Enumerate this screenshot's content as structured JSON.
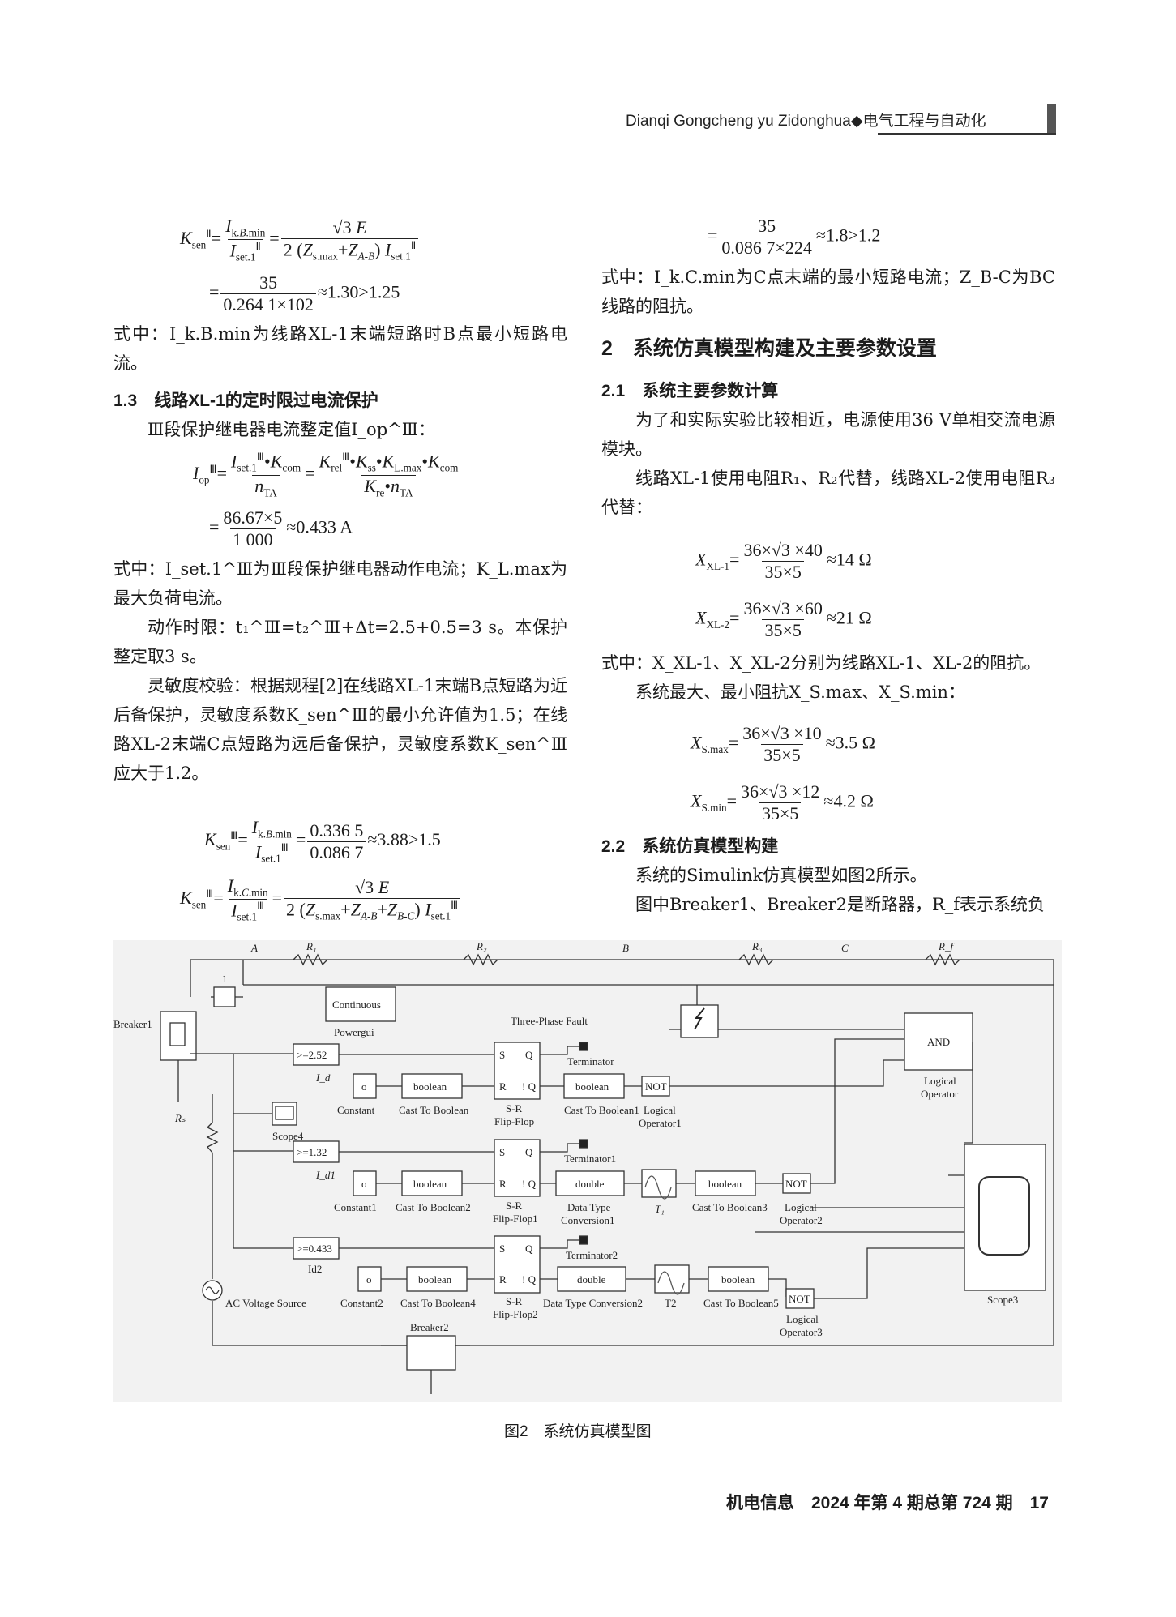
{
  "header": {
    "journal_pinyin": "Dianqi Gongcheng yu Zidonghua",
    "separator": "◆",
    "journal_cn": "电气工程与自动化"
  },
  "left": {
    "eq1_result": "≈1.30>1.25",
    "eq1_num": "35",
    "eq1_den": "0.264 1×102",
    "note1": "式中：I_k.B.min为线路XL-1末端短路时B点最小短路电流。",
    "sec_1_3": "1.3　线路XL-1的定时限过电流保护",
    "iii_intro": "Ⅲ段保护继电器电流整定值I_op^Ⅲ：",
    "eq_op_num": "86.67×5",
    "eq_op_den": "1 000",
    "eq_op_result": "≈0.433 A",
    "note2": "式中：I_set.1^Ⅲ为Ⅲ段保护继电器动作电流；K_L.max为最大负荷电流。",
    "time_text": "动作时限：t₁^Ⅲ=t₂^Ⅲ+Δt=2.5+0.5=3 s。本保护整定取3 s。",
    "sens_text": "灵敏度校验：根据规程[2]在线路XL-1末端B点短路为近后备保护，灵敏度系数K_sen^Ⅲ的最小允许值为1.5；在线路XL-2末端C点短路为远后备保护，灵敏度系数K_sen^Ⅲ应大于1.2。",
    "eq_s1_num": "0.336 5",
    "eq_s1_den": "0.086 7",
    "eq_s1_result": "≈3.88>1.5"
  },
  "right": {
    "eq_top_num": "35",
    "eq_top_den": "0.086 7×224",
    "eq_top_result": "≈1.8>1.2",
    "note3": "式中：I_k.C.min为C点末端的最小短路电流；Z_B-C为BC线路的阻抗。",
    "sec_2": "2　系统仿真模型构建及主要参数设置",
    "sec_2_1": "2.1　系统主要参数计算",
    "p1": "为了和实际实验比较相近，电源使用36 V单相交流电源模块。",
    "p2": "线路XL-1使用电阻R₁、R₂代替，线路XL-2使用电阻R₃代替：",
    "eq_x1_num": "36×√3 ×40",
    "eq_x1_den": "35×5",
    "eq_x1_result": "≈14 Ω",
    "eq_x2_num": "36×√3 ×60",
    "eq_x2_den": "35×5",
    "eq_x2_result": "≈21 Ω",
    "note4": "式中：X_XL-1、X_XL-2分别为线路XL-1、XL-2的阻抗。",
    "p3": "系统最大、最小阻抗X_S.max、X_S.min：",
    "eq_smax_num": "36×√3 ×10",
    "eq_smax_den": "35×5",
    "eq_smax_result": "≈3.5 Ω",
    "eq_smin_num": "36×√3 ×12",
    "eq_smin_den": "35×5",
    "eq_smin_result": "≈4.2 Ω",
    "sec_2_2": "2.2　系统仿真模型构建",
    "p4": "系统的Simulink仿真模型如图2所示。",
    "p5": "图中Breaker1、Breaker2是断路器，R_f表示系统负"
  },
  "figure": {
    "caption": "图2　系统仿真模型图",
    "labels": {
      "A": "A",
      "B": "B",
      "C": "C",
      "R1": "R₁",
      "R2": "R₂",
      "R3": "R₃",
      "Rf": "R_f",
      "Rs": "Rₛ",
      "one": "1",
      "breaker1": "Breaker1",
      "breaker2": "Breaker2",
      "continuous": "Continuous",
      "powergui": "Powergui",
      "tpf": "Three-Phase Fault",
      "ge1": ">=2.52",
      "ge2": ">=1.32",
      "ge3": ">=0.433",
      "id": "I_d",
      "id1": "I_d1",
      "id2": "Id2",
      "scope4": "Scope4",
      "const": "Constant",
      "const1": "Constant1",
      "const2": "Constant2",
      "o": "o",
      "boolean": "boolean",
      "double": "double",
      "ctb": "Cast To Boolean",
      "ctb1": "Cast To Boolean1",
      "ctb2": "Cast To Boolean2",
      "ctb3": "Cast To Boolean3",
      "ctb4": "Cast To Boolean4",
      "ctb5": "Cast To Boolean5",
      "srff": "S-R",
      "ff": "Flip-Flop",
      "ff1": "Flip-Flop1",
      "ff2": "Flip-Flop2",
      "S": "S",
      "R": "R",
      "Q": "Q",
      "nQ": "! Q",
      "term": "Terminator",
      "term1": "Terminator1",
      "term2": "Terminator2",
      "not": "NOT",
      "logop": "Logical",
      "op": "Operator",
      "op1": "Operator1",
      "op2": "Operator2",
      "op3": "Operator3",
      "and": "AND",
      "dtc1a": "Data Type",
      "dtc1b": "Conversion1",
      "dtc2": "Data Type Conversion2",
      "t1": "T₁",
      "t2": "T2",
      "acv": "AC Voltage Source",
      "scope3": "Scope3"
    }
  },
  "footer": {
    "text": "机电信息　2024 年第 4 期总第 724 期　17"
  }
}
